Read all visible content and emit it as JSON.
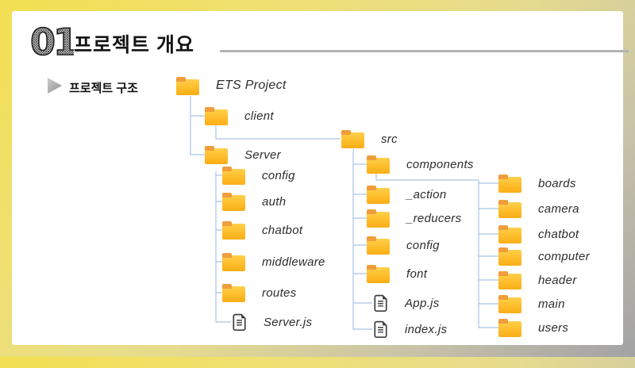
{
  "slide": {
    "number": "01",
    "title": "프로젝트 개요",
    "section_label": "프로젝트 구조"
  },
  "colors": {
    "accent_yellow": "#F2DF52",
    "background_gray": "#A2A2A5",
    "folder_body": "#FDBB27",
    "folder_tab": "#F09D3C",
    "connector_line": "#A9C4E4",
    "title_rule": "#B3B3B3"
  },
  "tree": {
    "nodes": [
      {
        "label": "ETS Project",
        "type": "folder"
      },
      {
        "label": "client",
        "type": "folder"
      },
      {
        "label": "Server",
        "type": "folder"
      },
      {
        "label": "src",
        "type": "folder"
      },
      {
        "label": "config",
        "type": "folder"
      },
      {
        "label": "auth",
        "type": "folder"
      },
      {
        "label": "chatbot",
        "type": "folder"
      },
      {
        "label": "middleware",
        "type": "folder"
      },
      {
        "label": "routes",
        "type": "folder"
      },
      {
        "label": "Server.js",
        "type": "file"
      },
      {
        "label": "components",
        "type": "folder"
      },
      {
        "label": "_action",
        "type": "folder"
      },
      {
        "label": "_reducers",
        "type": "folder"
      },
      {
        "label": "config",
        "type": "folder"
      },
      {
        "label": "font",
        "type": "folder"
      },
      {
        "label": "App.js",
        "type": "file"
      },
      {
        "label": "index.js",
        "type": "file"
      },
      {
        "label": "boards",
        "type": "folder"
      },
      {
        "label": "camera",
        "type": "folder"
      },
      {
        "label": "chatbot",
        "type": "folder"
      },
      {
        "label": "computer",
        "type": "folder"
      },
      {
        "label": "header",
        "type": "folder"
      },
      {
        "label": "main",
        "type": "folder"
      },
      {
        "label": "users",
        "type": "folder"
      }
    ]
  }
}
